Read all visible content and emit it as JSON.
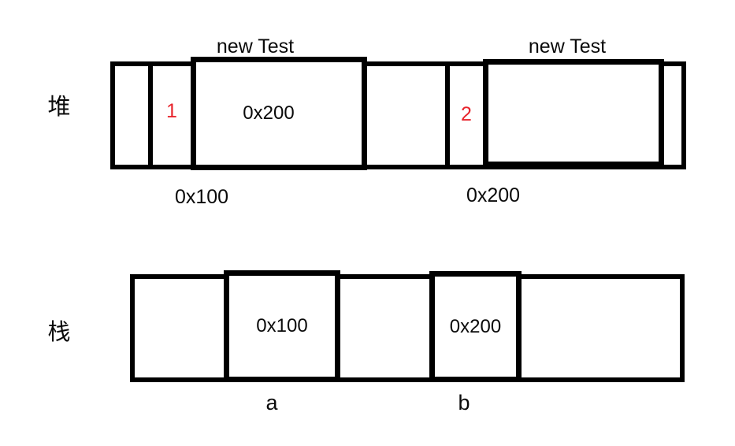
{
  "colors": {
    "stroke": "#000000",
    "marker_red": "#e8242c",
    "background": "#ffffff"
  },
  "heap": {
    "section_label": "堆",
    "marker1": "1",
    "marker2": "2",
    "object1": {
      "title": "new Test",
      "value": "0x200",
      "address": "0x100"
    },
    "object2": {
      "title": "new Test",
      "address": "0x200"
    }
  },
  "stack": {
    "section_label": "栈",
    "slot_a": {
      "value": "0x100",
      "name": "a"
    },
    "slot_b": {
      "value": "0x200",
      "name": "b"
    }
  }
}
